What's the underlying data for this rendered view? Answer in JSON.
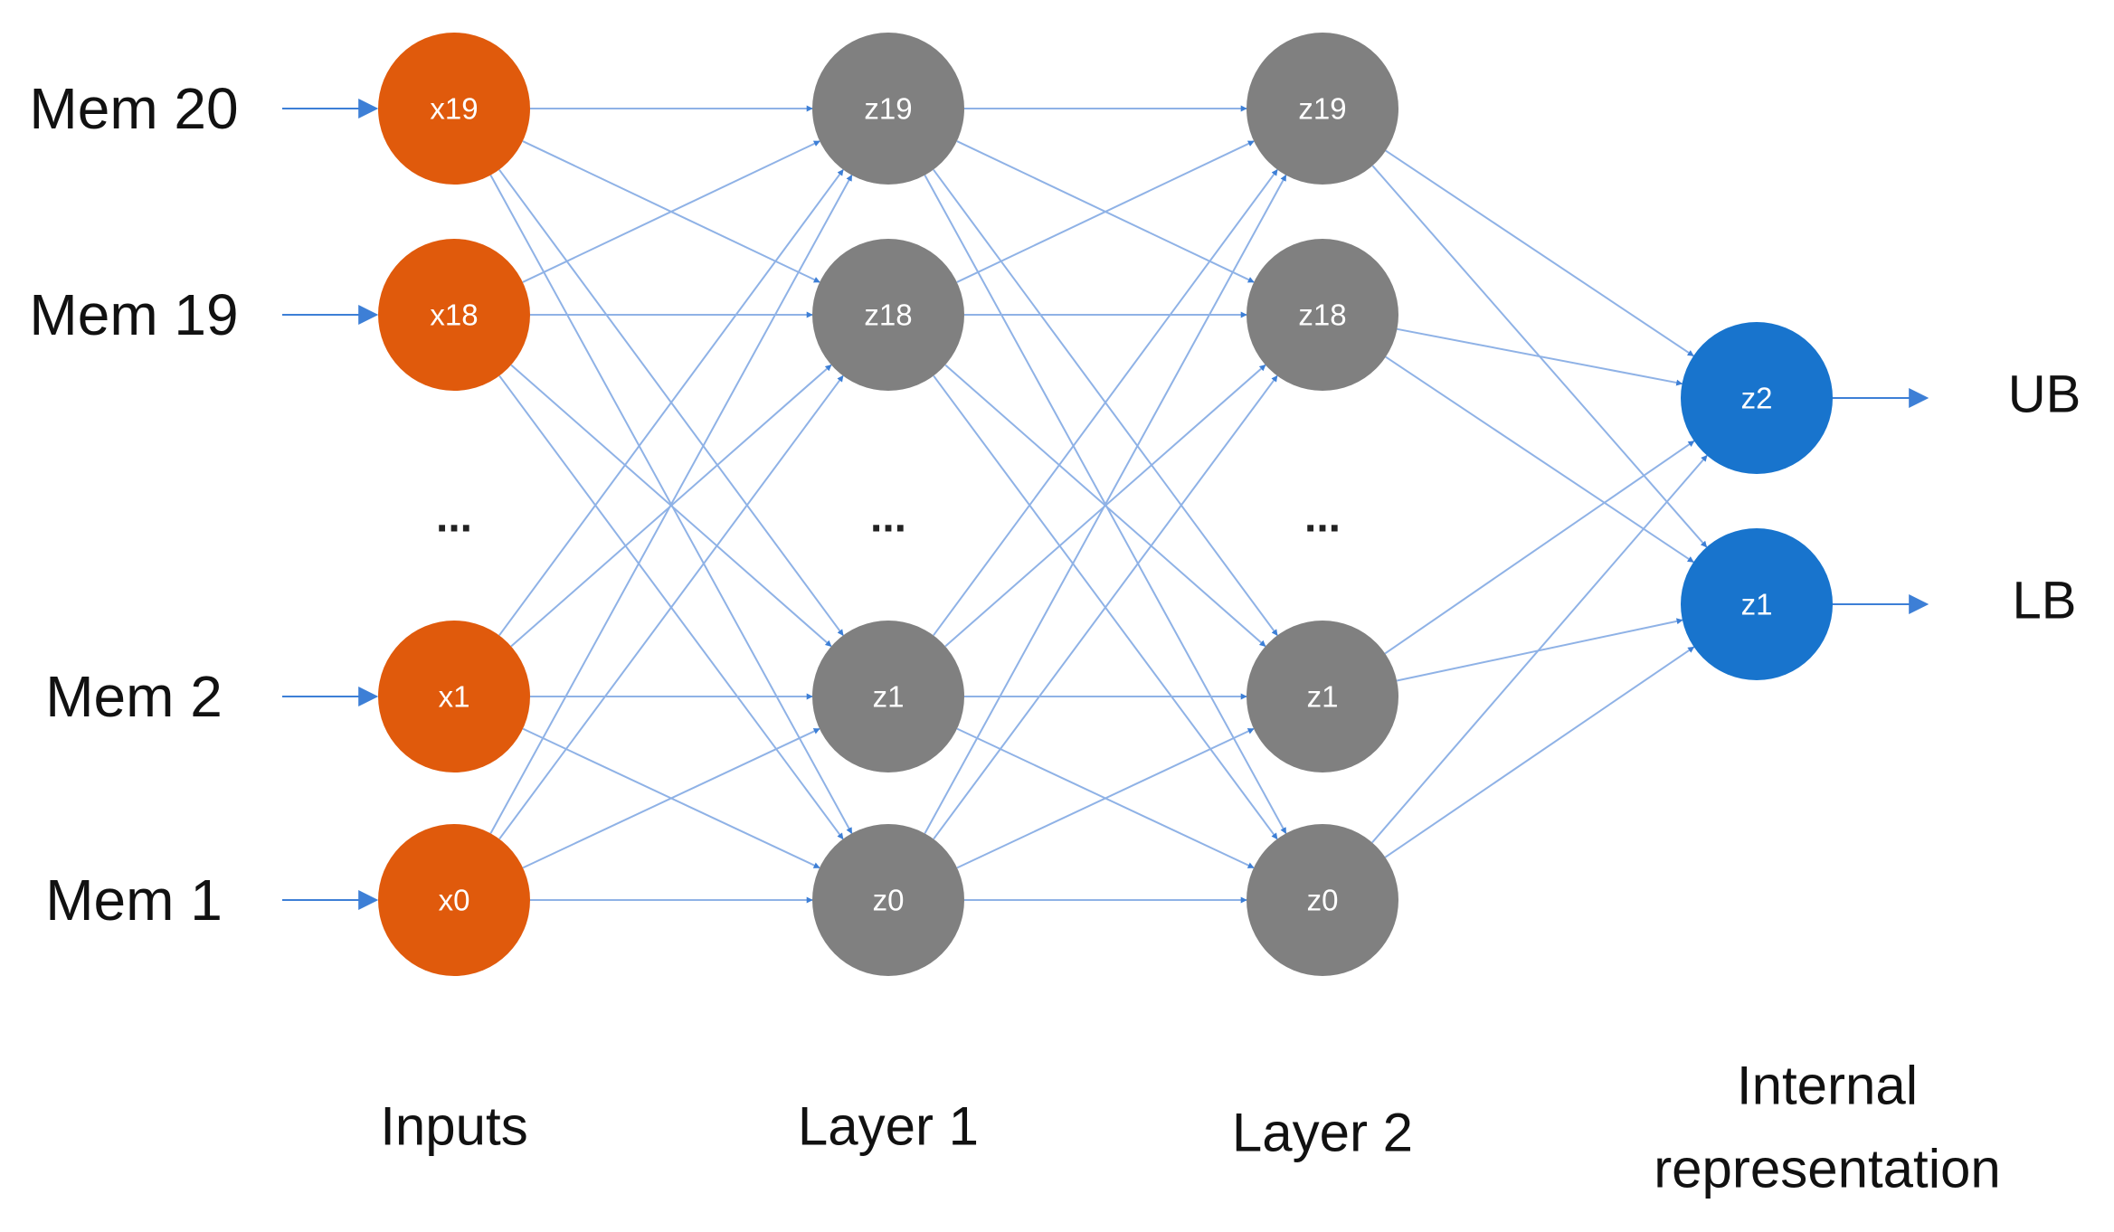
{
  "colors": {
    "input": "#e05a0c",
    "hidden": "#808080",
    "output": "#1874cd",
    "edge": "#8fb2e6",
    "arrow": "#3d7fd6"
  },
  "columns": [
    {
      "label": "Inputs",
      "color_key": "input",
      "nodes": [
        "x19",
        "x18",
        "x1",
        "x0"
      ],
      "ellipsis": "..."
    },
    {
      "label": "Layer 1",
      "color_key": "hidden",
      "nodes": [
        "z19",
        "z18",
        "z1",
        "z0"
      ],
      "ellipsis": "..."
    },
    {
      "label": "Layer 2",
      "color_key": "hidden",
      "nodes": [
        "z19",
        "z18",
        "z1",
        "z0"
      ],
      "ellipsis": "..."
    },
    {
      "label_lines": [
        "Internal",
        "representation"
      ],
      "color_key": "output",
      "nodes": [
        "z2",
        "z1"
      ]
    }
  ],
  "inputs": [
    "Mem 20",
    "Mem 19",
    "Mem 2",
    "Mem 1"
  ],
  "outputs": [
    "UB",
    "LB"
  ]
}
